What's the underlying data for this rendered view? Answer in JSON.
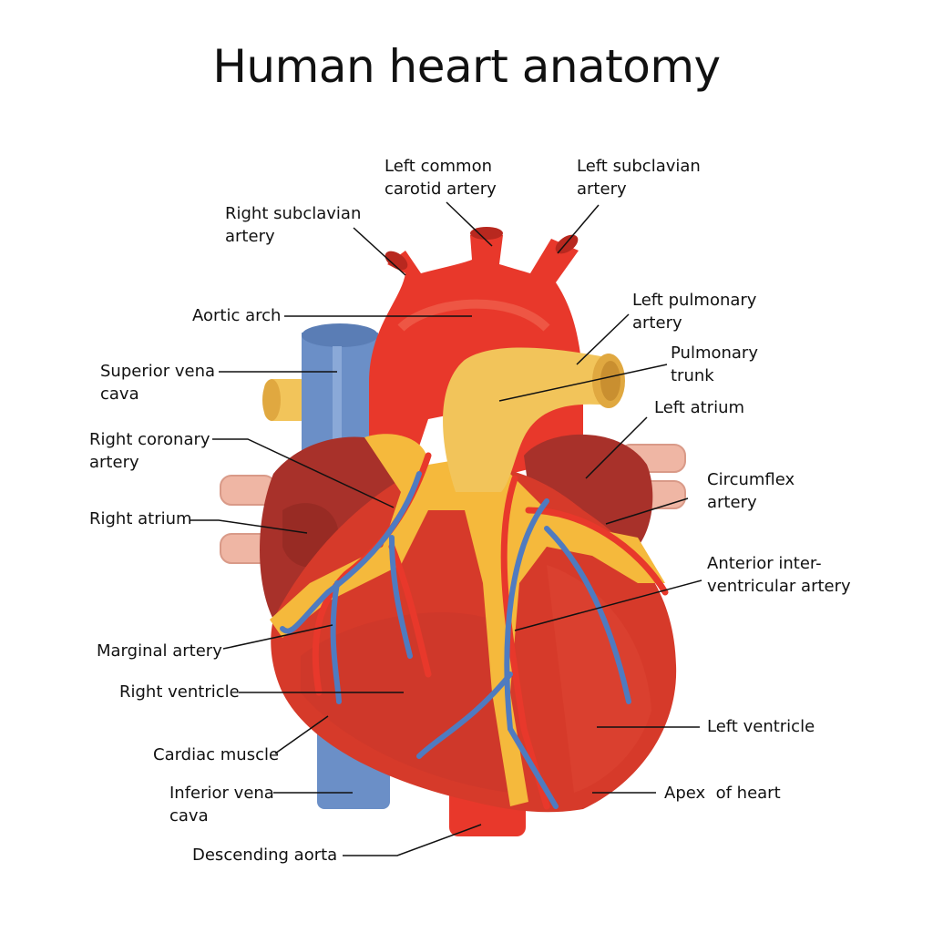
{
  "title": "Human heart anatomy",
  "labels": {
    "left_common_carotid": [
      "Left common",
      "carotid artery"
    ],
    "left_subclavian": [
      "Left subclavian",
      "artery"
    ],
    "right_subclavian": [
      "Right subclavian",
      "artery"
    ],
    "aortic_arch": [
      "Aortic arch"
    ],
    "left_pulmonary": [
      "Left pulmonary",
      "artery"
    ],
    "pulmonary_trunk": [
      "Pulmonary",
      "trunk"
    ],
    "superior_vena_cava": [
      "Superior vena",
      "cava"
    ],
    "left_atrium": [
      "Left atrium"
    ],
    "right_coronary": [
      "Right coronary",
      "artery"
    ],
    "circumflex": [
      "Circumflex",
      "artery"
    ],
    "right_atrium": [
      "Right atrium"
    ],
    "anterior_interventricular": [
      "Anterior inter-",
      "ventricular artery"
    ],
    "marginal_artery": [
      "Marginal artery"
    ],
    "right_ventricle": [
      "Right ventricle"
    ],
    "left_ventricle": [
      "Left ventricle"
    ],
    "cardiac_muscle": [
      "Cardiac muscle"
    ],
    "inferior_vena_cava": [
      "Inferior vena",
      "cava"
    ],
    "apex": [
      "Apex  of heart"
    ],
    "descending_aorta": [
      "Descending aorta"
    ]
  },
  "colors": {
    "artery_red": "#e8382b",
    "muscle_red": "#d63a2a",
    "atrium_dark": "#a8312a",
    "vein_blue": "#6b8fc7",
    "fat_yellow": "#f5b93c",
    "pulmonary_yellow": "#f2c45a",
    "pink_vessel": "#efb6a4"
  }
}
